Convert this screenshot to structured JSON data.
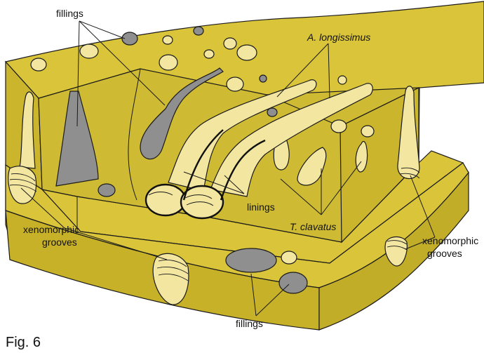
{
  "labels": {
    "fillings_top": "fillings",
    "a_longissimus": "A. longissimus",
    "linings": "linings",
    "t_clavatus": "T. clavatus",
    "xeno_left_1": "xenomorphic",
    "xeno_left_2": "grooves",
    "xeno_right_1": "xenomorphic",
    "xeno_right_2": "grooves",
    "fillings_bottom": "fillings",
    "figure_caption": "Fig. 6"
  },
  "colors": {
    "sediment": "#d9c43a",
    "sediment_side": "#cbb52c",
    "burrow_light": "#f3e6a0",
    "filling_grey": "#8f8f8f",
    "outline": "#1a1a1a"
  }
}
